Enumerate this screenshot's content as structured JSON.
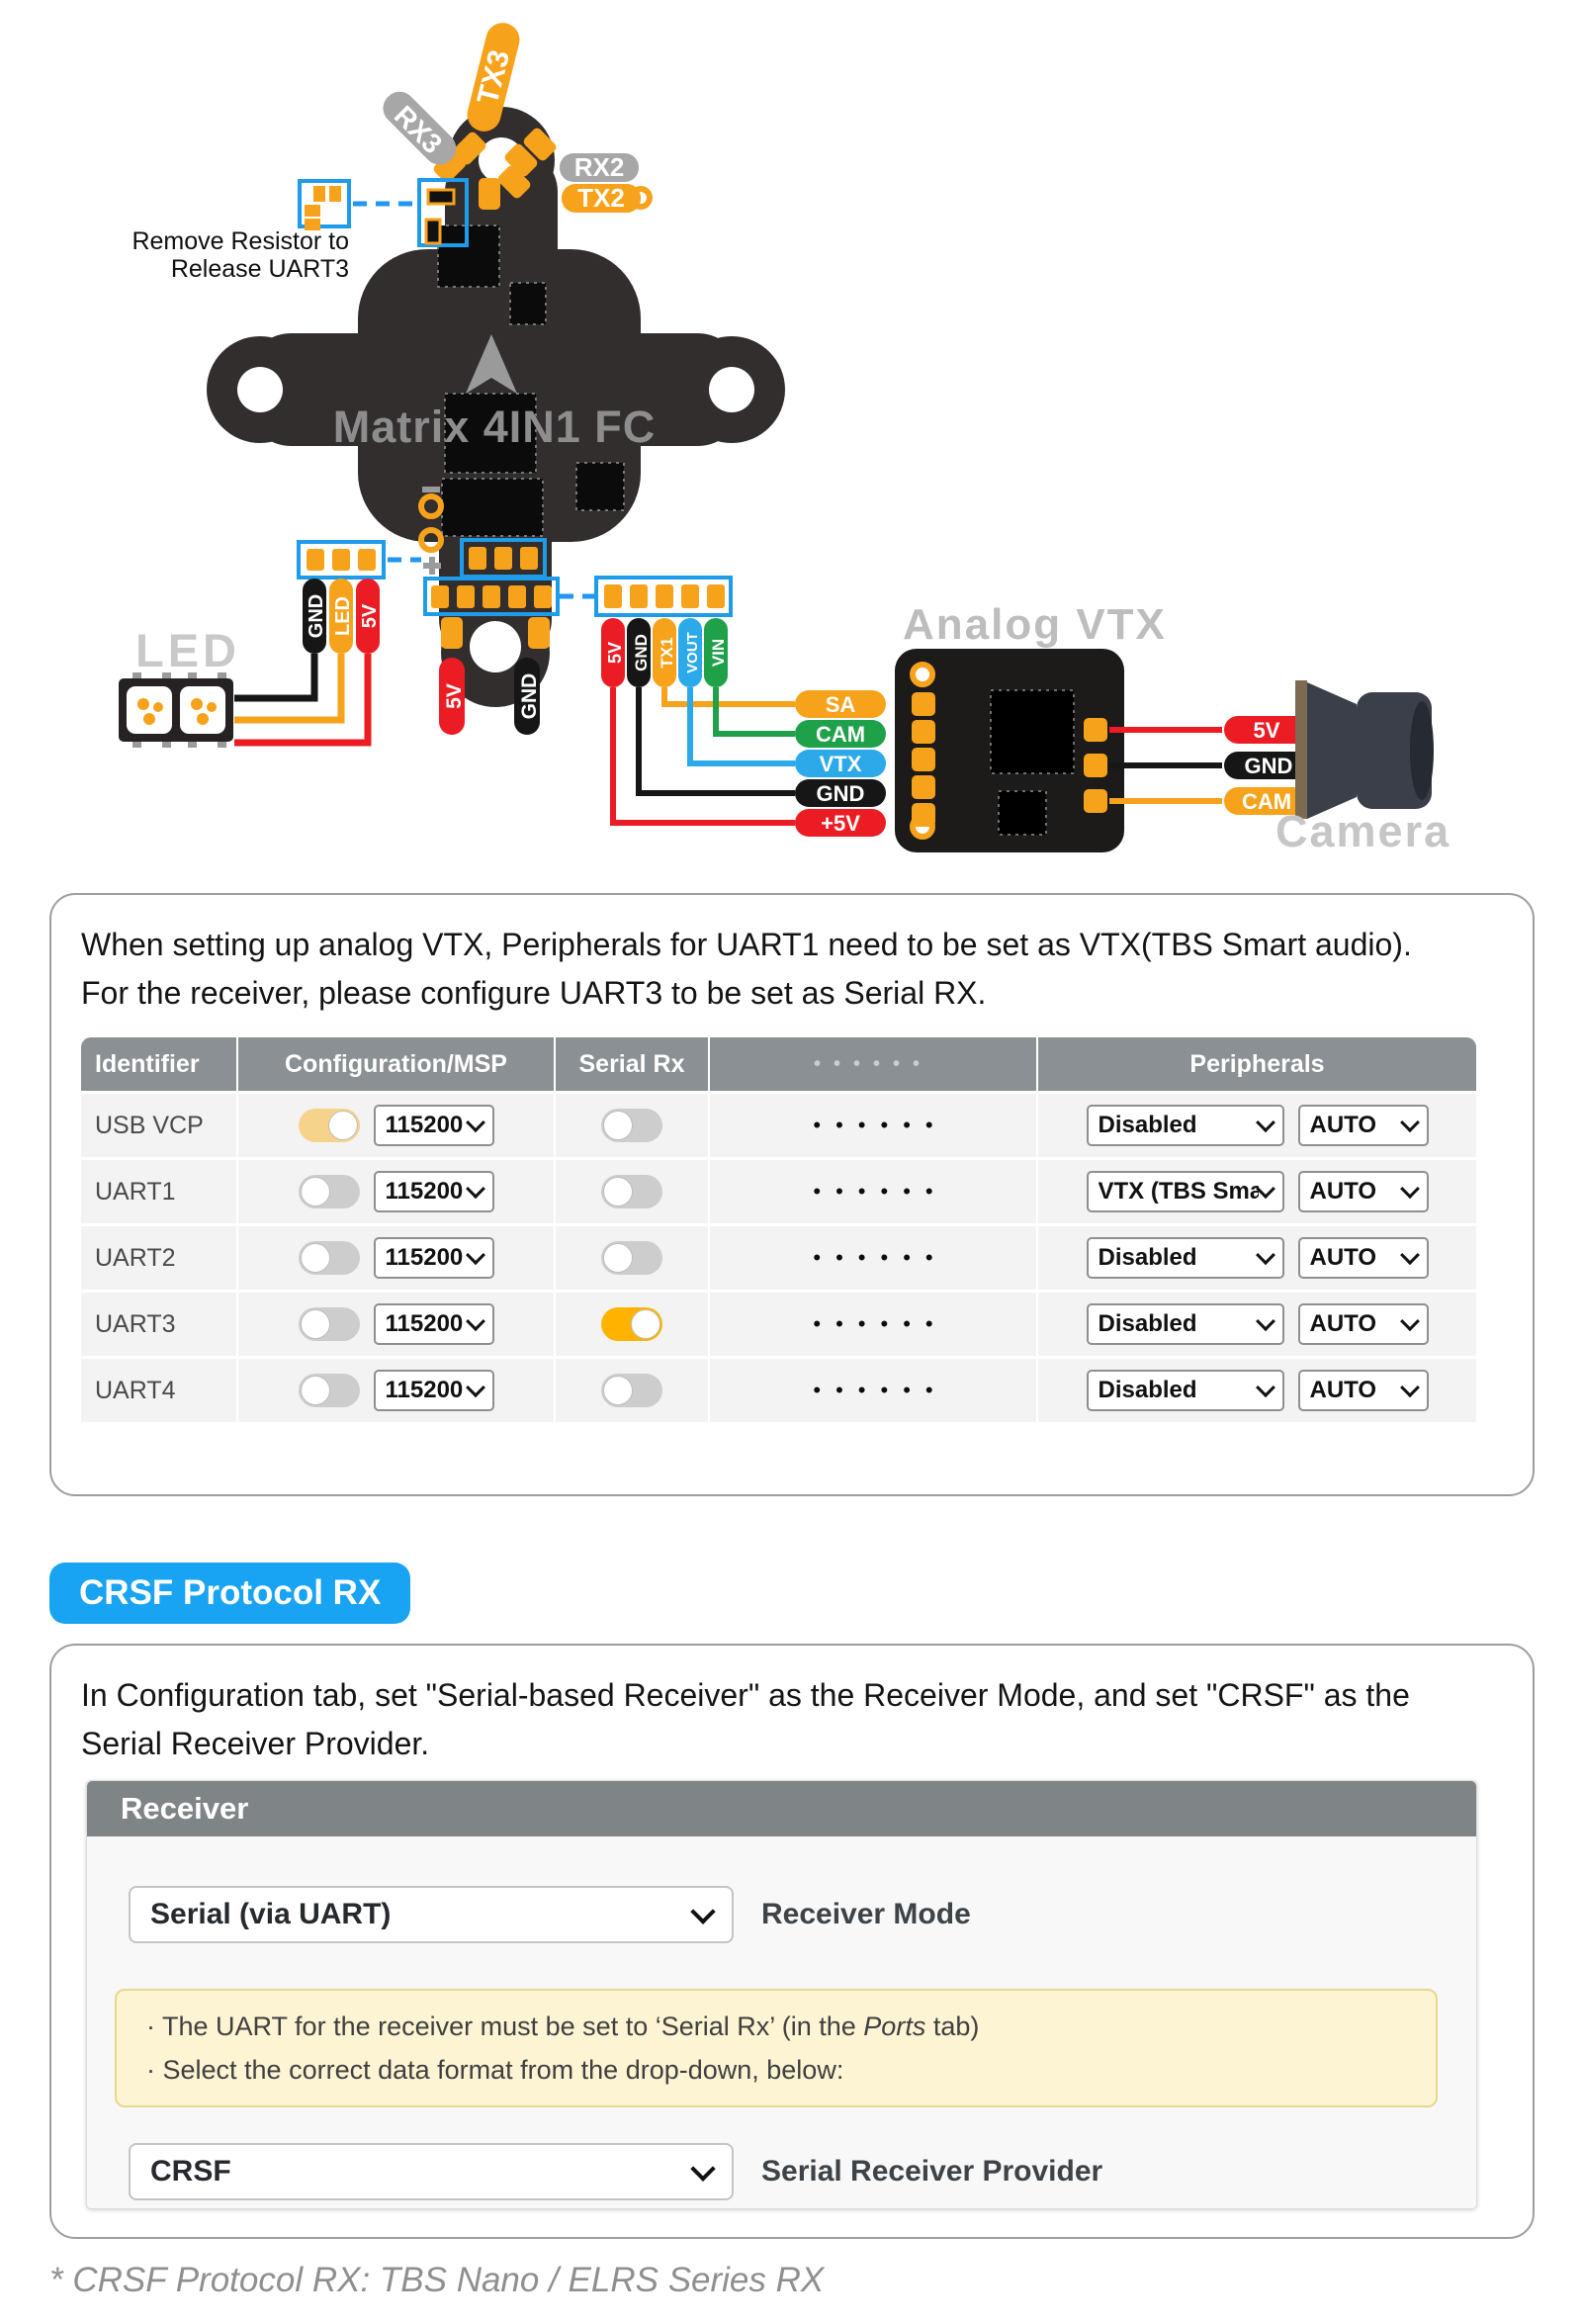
{
  "diagram": {
    "title": "Matrix 4IN1 FC",
    "note_line1": "Remove Resistor to",
    "note_line2": "Release UART3",
    "tx3": "TX3",
    "rx3": "RX3",
    "rx2": "RX2",
    "tx2": "TX2",
    "led_title": "LED",
    "led_pins": {
      "gnd": "GND",
      "led": "LED",
      "v5": "5V"
    },
    "power_pins": {
      "v5": "5V",
      "gnd": "GND"
    },
    "uart_pins": {
      "v5": "5V",
      "gnd": "GND",
      "tx1": "TX1",
      "vout": "VOUT",
      "vin": "VIN"
    },
    "vtx_title": "Analog VTX",
    "vtx_left_pins": {
      "sa": "SA",
      "cam": "CAM",
      "vtx": "VTX",
      "gnd": "GND",
      "v5": "+5V"
    },
    "cam_pins": {
      "v5": "5V",
      "gnd": "GND",
      "cam": "CAM"
    },
    "camera_title": "Camera",
    "colors": {
      "pad_orange": "#F7A21B",
      "wire_red": "#EC1C24",
      "wire_green": "#1FA14A",
      "wire_blue": "#2BA9E8",
      "callout_blue": "#2196F3",
      "board_dark": "#332E2E"
    }
  },
  "ports_box": {
    "intro_line1": "When setting up analog VTX, Peripherals for UART1 need to be set as VTX(TBS Smart audio).",
    "intro_line2": "For the receiver, please configure UART3 to be set as Serial RX.",
    "table": {
      "headers": {
        "identifier": "Identifier",
        "config": "Configuration/MSP",
        "serial_rx": "Serial Rx",
        "peripherals": "Peripherals"
      },
      "dots": "••••••",
      "rows": [
        {
          "identifier": "USB VCP",
          "msp_on": true,
          "baud": "115200",
          "rx_on": false,
          "peripheral": "Disabled",
          "peripheral_speed": "AUTO"
        },
        {
          "identifier": "UART1",
          "msp_on": false,
          "baud": "115200",
          "rx_on": false,
          "peripheral": "VTX (TBS Sma",
          "peripheral_speed": "AUTO"
        },
        {
          "identifier": "UART2",
          "msp_on": false,
          "baud": "115200",
          "rx_on": false,
          "peripheral": "Disabled",
          "peripheral_speed": "AUTO"
        },
        {
          "identifier": "UART3",
          "msp_on": false,
          "baud": "115200",
          "rx_on": true,
          "peripheral": "Disabled",
          "peripheral_speed": "AUTO"
        },
        {
          "identifier": "UART4",
          "msp_on": false,
          "baud": "115200",
          "rx_on": false,
          "peripheral": "Disabled",
          "peripheral_speed": "AUTO"
        }
      ]
    }
  },
  "badge": {
    "label": "CRSF Protocol RX",
    "color": "#18A3F3"
  },
  "receiver_box": {
    "intro": "In Configuration tab, set \"Serial-based Receiver\" as the Receiver Mode, and set \"CRSF\" as the Serial Receiver Provider.",
    "panel_title": "Receiver",
    "mode_value": "Serial (via UART)",
    "mode_label": "Receiver Mode",
    "note_line1_pre": "· The UART for the receiver must be set to ‘Serial Rx’ (in the ",
    "note_line1_italic": "Ports",
    "note_line1_post": " tab)",
    "note_line2": "· Select the correct data format from the drop-down, below:",
    "provider_value": "CRSF",
    "provider_label": "Serial Receiver Provider"
  },
  "footnote": "* CRSF Protocol RX: TBS Nano / ELRS Series RX"
}
